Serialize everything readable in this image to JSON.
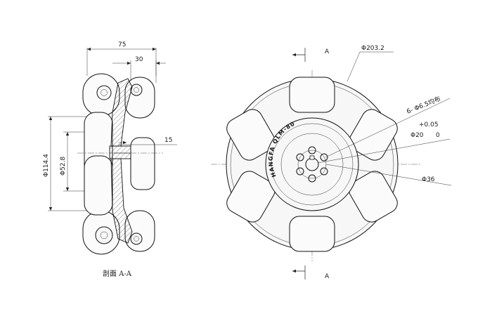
{
  "section_view": {
    "caption": "剖面 A-A",
    "dims": {
      "width_total": "75",
      "width_partial": "30",
      "hub_thickness": "15",
      "dia_outer": "Φ114.4",
      "dia_inner": "Φ52.8"
    }
  },
  "front_view": {
    "section_marker_top": "A",
    "section_marker_bottom": "A",
    "brand_marking": "HANGFA QLM-80",
    "dims": {
      "dia_wheel": "Φ203.2",
      "holes": "6- Φ6.5均布",
      "tolerance_upper": "+0.05",
      "tolerance_lower": "0",
      "bore": "Φ20",
      "dia_pcd": "Φ36"
    }
  }
}
